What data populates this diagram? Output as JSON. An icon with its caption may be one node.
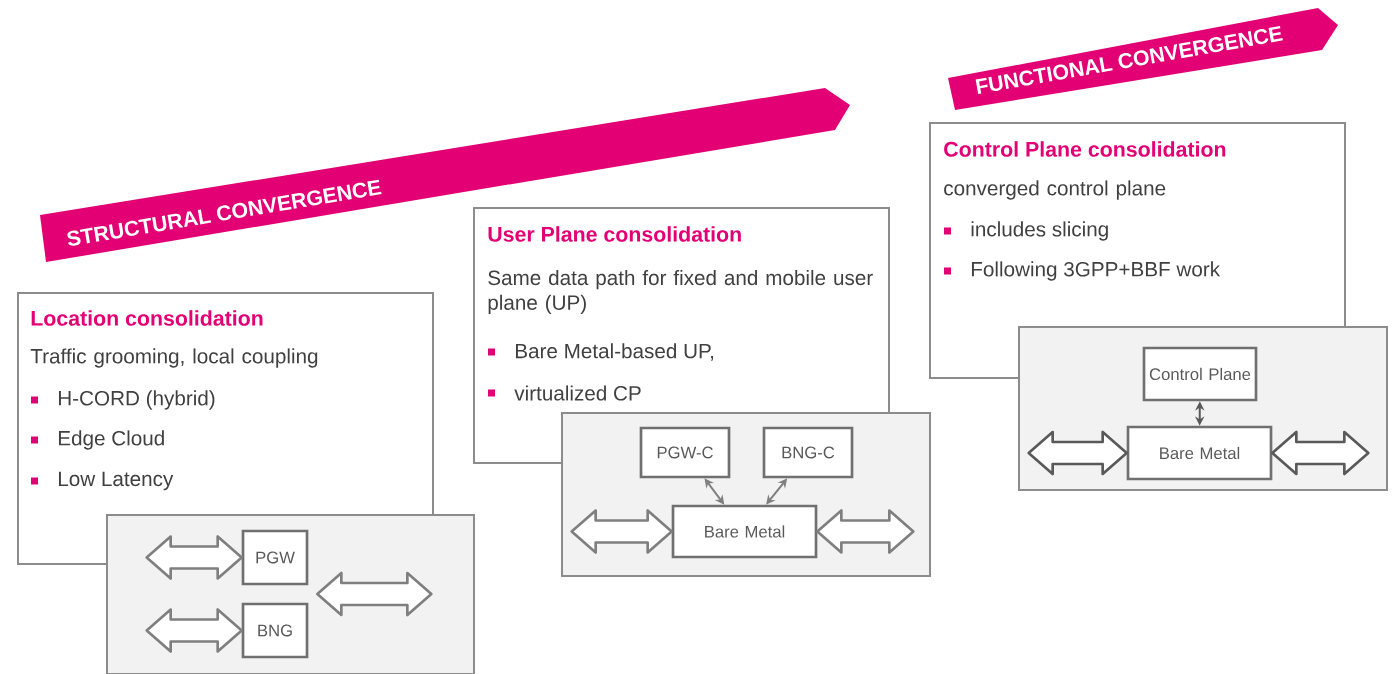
{
  "diagram": {
    "nodes": [
      {
        "text": [
          "STRUCTURAL CONVERGENCE"
        ]
      },
      {
        "text": [
          "Location consolidation",
          "Traffic grooming, local coupling",
          "H-CORD (hybrid)",
          "Edge Cloud",
          "Low Latency"
        ]
      },
      {
        "text": [],
        "shape": "box"
      },
      {
        "text": [
          "PGW"
        ],
        "in": 2
      },
      {
        "text": [
          "BNG"
        ],
        "in": 2
      },
      {
        "text": [
          "User Plane consolidation",
          "Same data path for fixed and mobile user plane (UP)",
          "Bare Metal-based UP,",
          "virtualized CP"
        ]
      },
      {
        "text": [],
        "shape": "box"
      },
      {
        "text": [
          "PGW-C"
        ],
        "in": 6
      },
      {
        "text": [
          "BNG-C"
        ],
        "in": 6
      },
      {
        "text": [
          "Bare Metal"
        ],
        "in": 6
      },
      {
        "text": [
          "FUNCTIONAL CONVERGENCE"
        ]
      },
      {
        "text": [
          "Control Plane consolidation",
          "converged control plane",
          "includes slicing",
          "Following 3GPP+BBF work"
        ]
      },
      {
        "text": [],
        "shape": "box"
      },
      {
        "text": [
          "Control Plane"
        ],
        "in": 12
      },
      {
        "text": [
          "Bare Metal"
        ],
        "in": 12
      }
    ],
    "edges": [
      {
        "from": null,
        "to": 3,
        "arrow": "both",
        "style": "thick"
      },
      {
        "from": null,
        "to": 4,
        "arrow": "both",
        "style": "thick"
      },
      {
        "from": 7,
        "to": 9,
        "arrow": "both"
      },
      {
        "from": 8,
        "to": 9,
        "arrow": "both"
      },
      {
        "from": null,
        "to": 9,
        "arrow": "both",
        "style": "thick"
      },
      {
        "from": 9,
        "to": null,
        "arrow": "both",
        "style": "thick"
      },
      {
        "from": null,
        "to": 14,
        "arrow": "both",
        "style": "thick",
        "color": "#595959"
      },
      {
        "from": 14,
        "to": null,
        "arrow": "both",
        "style": "thick",
        "color": "#595959"
      },
      {
        "from": 13,
        "to": 14,
        "arrow": "both",
        "color": "#595959"
      },
      {
        "from": 3,
        "to": null,
        "arrow": "both",
        "style": "thick"
      },
      {
        "from": 4,
        "to": null,
        "arrow": "both",
        "style": "thick"
      }
    ]
  }
}
